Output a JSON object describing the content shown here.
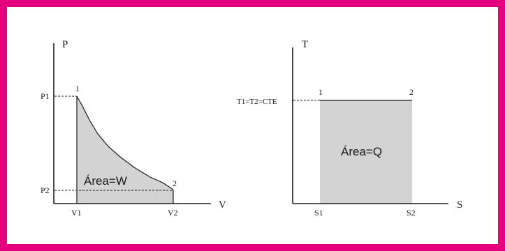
{
  "colors": {
    "frame": "#e5007e",
    "shade": "#d3d3d3",
    "line": "#1a1a1a"
  },
  "pv_diagram": {
    "y_axis_label": "P",
    "x_axis_label": "V",
    "p1_label": "P1",
    "p2_label": "P2",
    "v1_label": "V1",
    "v2_label": "V2",
    "point1_label": "1",
    "point2_label": "2",
    "area_label": "Área=W"
  },
  "ts_diagram": {
    "y_axis_label": "T",
    "x_axis_label": "S",
    "t_label": "T1=T2=CTE",
    "s1_label": "S1",
    "s2_label": "S2",
    "point1_label": "1",
    "point2_label": "2",
    "area_label": "Área=Q"
  }
}
